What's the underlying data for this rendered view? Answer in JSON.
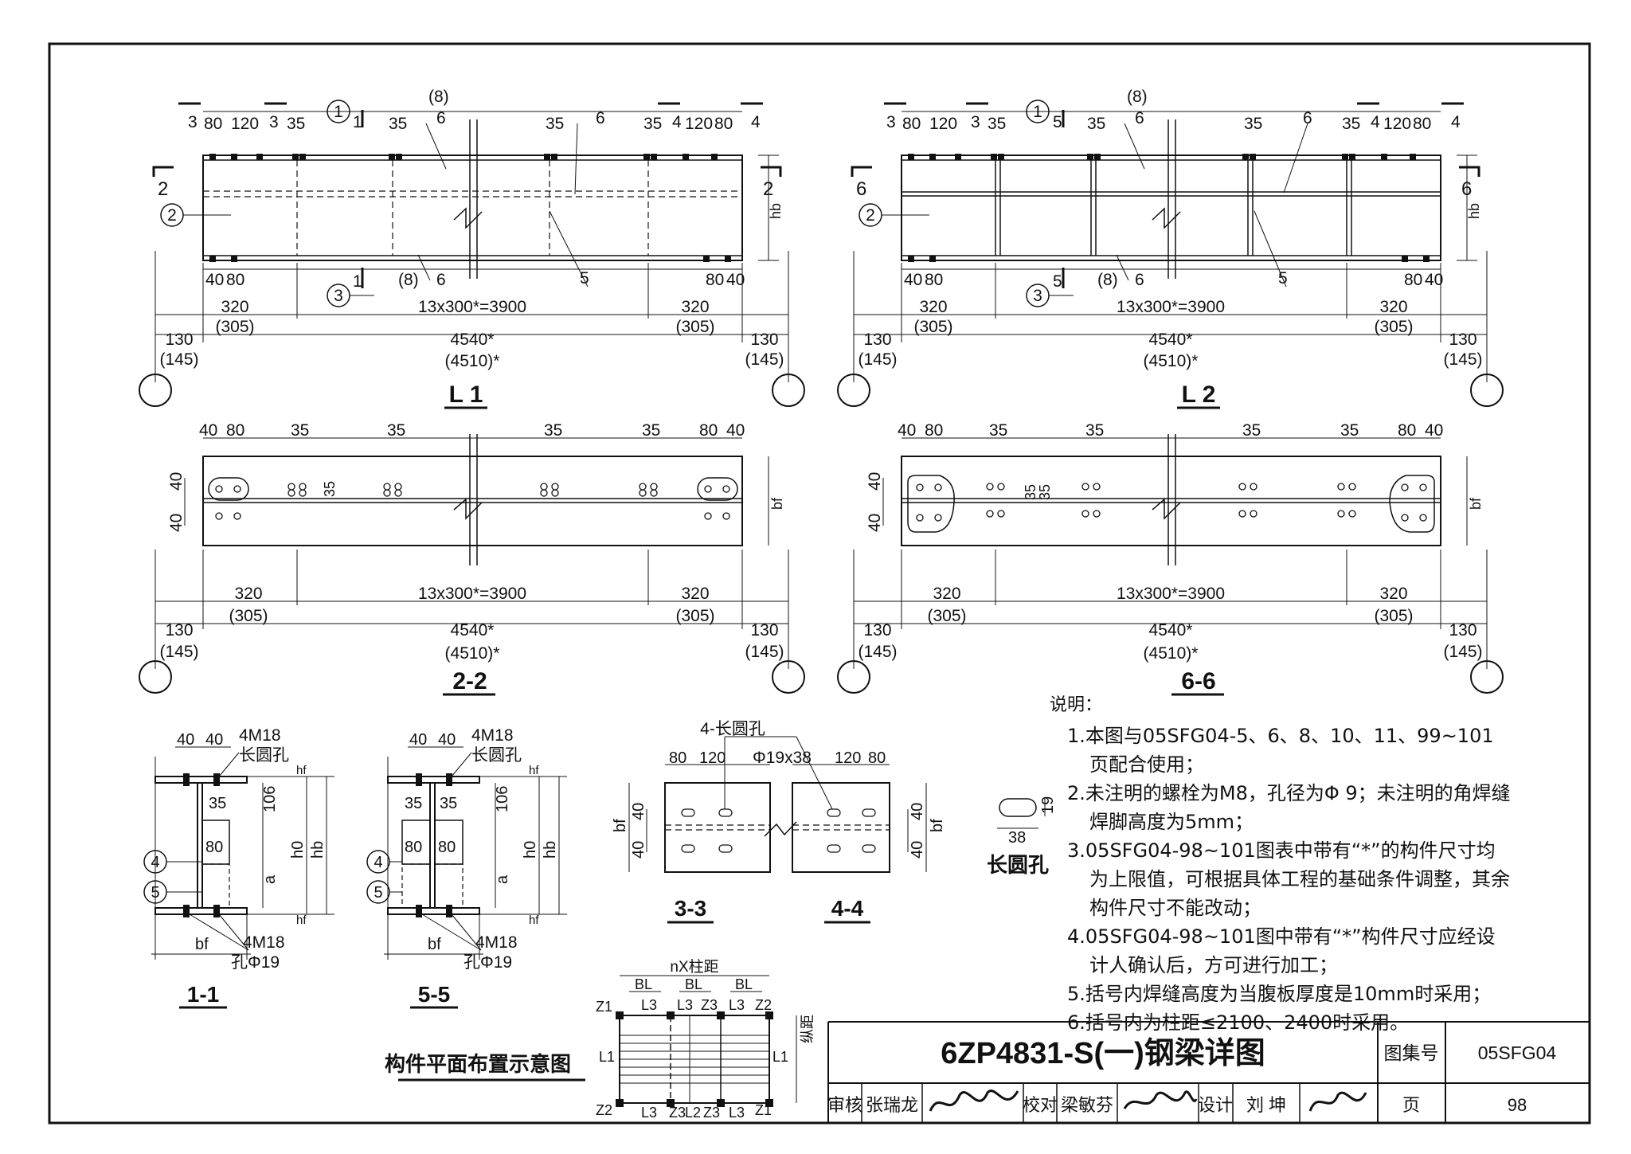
{
  "views": {
    "l1": {
      "title": "L 1",
      "top_labels": [
        "3",
        "80",
        "120",
        "3",
        "35",
        "35",
        "35",
        "35",
        "4",
        "120",
        "80",
        "4"
      ],
      "section_marks": [
        "1",
        "1",
        "2",
        "2"
      ],
      "callouts": [
        "(8)",
        "6",
        "6",
        "(8)",
        "6",
        "5"
      ],
      "member_numbers": [
        "1",
        "2",
        "3"
      ],
      "depth_label": "hb",
      "bottom_labels": [
        "40",
        "80",
        "80",
        "40"
      ]
    },
    "l2": {
      "title": "L 2",
      "top_labels": [
        "3",
        "80",
        "120",
        "3",
        "35",
        "35",
        "35",
        "35",
        "4",
        "120",
        "80",
        "4"
      ],
      "section_marks": [
        "5",
        "5",
        "6",
        "6"
      ],
      "callouts": [
        "(8)",
        "6",
        "6",
        "(8)",
        "6",
        "5"
      ],
      "member_numbers": [
        "1",
        "2",
        "3"
      ],
      "depth_label": "hb",
      "bottom_labels": [
        "40",
        "80",
        "80",
        "40"
      ]
    },
    "s22": {
      "title": "2-2",
      "top_labels": [
        "40",
        "80",
        "35",
        "35",
        "35",
        "35",
        "80",
        "40"
      ],
      "side_labels": [
        "40",
        "40",
        "35"
      ],
      "width_label": "bf"
    },
    "s66": {
      "title": "6-6",
      "top_labels": [
        "40",
        "80",
        "35",
        "35",
        "35",
        "35",
        "80",
        "40"
      ],
      "side_labels": [
        "40",
        "40",
        "35",
        "35"
      ],
      "width_label": "bf"
    }
  },
  "dimensions": {
    "end_dim": "320",
    "end_dim_alt": "(305)",
    "mid_dim": "13x300*=3900",
    "total": "4540*",
    "total_alt": "(4510)*",
    "edge": "130",
    "edge_alt": "(145)"
  },
  "sections": {
    "s11": {
      "title": "1-1",
      "top_dims": [
        "40",
        "40"
      ],
      "top_bolt": "4M18",
      "top_hole": "长圆孔",
      "members": [
        "4",
        "5"
      ],
      "labels": [
        "35",
        "106",
        "80",
        "a",
        "h0",
        "hb",
        "hf",
        "hf",
        "bf"
      ],
      "bottom_bolt": "4M18",
      "bottom_hole": "孔Φ19"
    },
    "s55": {
      "title": "5-5",
      "top_dims": [
        "40",
        "40"
      ],
      "top_bolt": "4M18",
      "top_hole": "长圆孔",
      "members": [
        "4",
        "5"
      ],
      "labels": [
        "35",
        "35",
        "106",
        "80",
        "80",
        "a",
        "h0",
        "hb",
        "hf",
        "hf",
        "bf"
      ],
      "bottom_bolt": "4M18",
      "bottom_hole": "孔Φ19"
    },
    "s33": {
      "title": "3-3",
      "hole_label": "4-长圆孔",
      "hole_size": "Φ19x38",
      "top_dims": [
        "80",
        "120"
      ],
      "side_labels": [
        "40",
        "40",
        "bf"
      ]
    },
    "s44": {
      "title": "4-4",
      "top_dims": [
        "120",
        "80"
      ],
      "side_labels": [
        "40",
        "40",
        "bf"
      ]
    },
    "slot": {
      "title": "长圆孔",
      "w": "38",
      "h": "19"
    }
  },
  "layout_plan": {
    "title": "构件平面布置示意图",
    "n_label": "nX柱距",
    "bl": [
      "BL",
      "BL",
      "BL"
    ],
    "top_row": [
      "Z1",
      "L3",
      "L3",
      "Z3",
      "L3",
      "Z2"
    ],
    "bottom_row": [
      "Z2",
      "L3",
      "Z3",
      "L2",
      "Z3",
      "L3",
      "Z1"
    ],
    "left": "L1",
    "right": "L1",
    "right_note": "纵距"
  },
  "notes": {
    "heading": "说明：",
    "items": [
      "1.本图与05SFG04-5、6、8、10、11、99~101页配合使用；",
      "2.未注明的螺栓为M8，孔径为Φ 9；未注明的角焊缝焊脚高度为5mm；",
      "3.05SFG04-98~101图表中带有“*”的构件尺寸均为上限值，可根据具体工程的基础条件调整，其余构件尺寸不能改动；",
      "4.05SFG04-98~101图中带有“*”构件尺寸应经设计人确认后，方可进行加工；",
      "5.括号内焊缝高度为当腹板厚度是10mm时采用；",
      "6.括号内为柱距≤2100、2400时采用。"
    ]
  },
  "title_block": {
    "drawing_title": "6ZP4831-S(一)钢梁详图",
    "atlas_label": "图集号",
    "atlas_no": "05SFG04",
    "review_label": "审核",
    "reviewer": "张瑞龙",
    "check_label": "校对",
    "checker": "梁敏芬",
    "design_label": "设计",
    "designer": "刘 坤",
    "page_label": "页",
    "page_no": "98"
  }
}
